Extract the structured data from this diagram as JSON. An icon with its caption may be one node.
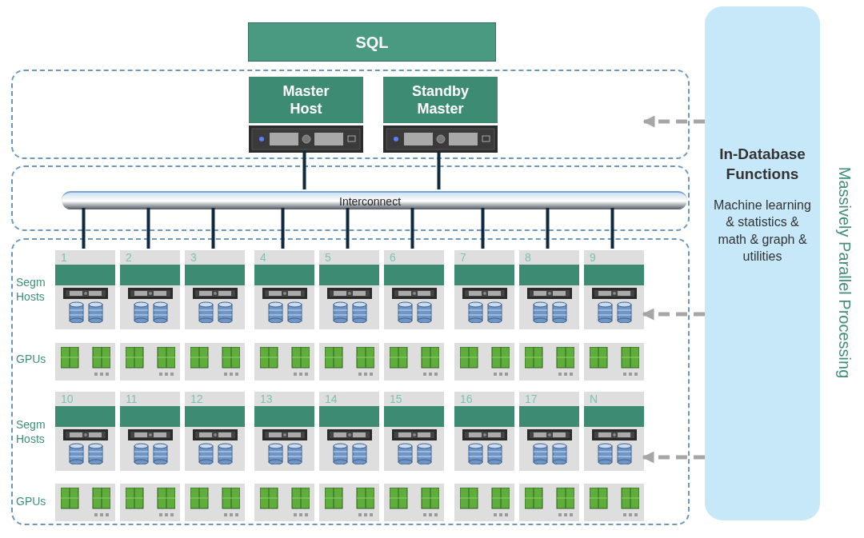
{
  "diagram": {
    "nodes": [
      {
        "text": [
          "SQL"
        ]
      },
      {
        "text": [],
        "shape": "box"
      },
      {
        "text": [
          "Master Host"
        ],
        "in": 1
      },
      {
        "text": [
          "Standby Master"
        ],
        "in": 1
      },
      {
        "text": [],
        "shape": "box"
      },
      {
        "text": [
          "Interconnect"
        ],
        "in": 4
      },
      {
        "text": [],
        "shape": "box"
      },
      {
        "text": [
          "1"
        ],
        "in": 6
      },
      {
        "text": [
          "2"
        ],
        "in": 6
      },
      {
        "text": [
          "3"
        ],
        "in": 6
      },
      {
        "text": [
          "4"
        ],
        "in": 6
      },
      {
        "text": [
          "5"
        ],
        "in": 6
      },
      {
        "text": [
          "6"
        ],
        "in": 6
      },
      {
        "text": [
          "7"
        ],
        "in": 6
      },
      {
        "text": [
          "8"
        ],
        "in": 6
      },
      {
        "text": [
          "9"
        ],
        "in": 6
      },
      {
        "text": [],
        "shape": "box",
        "in": 6
      },
      {
        "text": [],
        "shape": "box",
        "in": 6
      },
      {
        "text": [],
        "shape": "box",
        "in": 6
      },
      {
        "text": [],
        "shape": "box",
        "in": 6
      },
      {
        "text": [],
        "shape": "box",
        "in": 6
      },
      {
        "text": [],
        "shape": "box",
        "in": 6
      },
      {
        "text": [],
        "shape": "box",
        "in": 6
      },
      {
        "text": [],
        "shape": "box",
        "in": 6
      },
      {
        "text": [],
        "shape": "box",
        "in": 6
      },
      {
        "text": [
          "10"
        ],
        "in": 6
      },
      {
        "text": [
          "11"
        ],
        "in": 6
      },
      {
        "text": [
          "12"
        ],
        "in": 6
      },
      {
        "text": [
          "13"
        ],
        "in": 6
      },
      {
        "text": [
          "14"
        ],
        "in": 6
      },
      {
        "text": [
          "15"
        ],
        "in": 6
      },
      {
        "text": [
          "16"
        ],
        "in": 6
      },
      {
        "text": [
          "17"
        ],
        "in": 6
      },
      {
        "text": [
          "N"
        ],
        "in": 6
      },
      {
        "text": [],
        "shape": "box",
        "in": 6
      },
      {
        "text": [],
        "shape": "box",
        "in": 6
      },
      {
        "text": [],
        "shape": "box",
        "in": 6
      },
      {
        "text": [],
        "shape": "box",
        "in": 6
      },
      {
        "text": [],
        "shape": "box",
        "in": 6
      },
      {
        "text": [],
        "shape": "box",
        "in": 6
      },
      {
        "text": [],
        "shape": "box",
        "in": 6
      },
      {
        "text": [],
        "shape": "box",
        "in": 6
      },
      {
        "text": [],
        "shape": "box",
        "in": 6
      },
      {
        "text": [
          "In-Database Functions",
          "Machine learning & statistics & math & graph & utilities"
        ]
      }
    ],
    "edges": [
      {
        "from": 2,
        "to": 5,
        "arrow": "none"
      },
      {
        "from": 3,
        "to": 5,
        "arrow": "none"
      },
      {
        "from": 5,
        "to": 7,
        "arrow": "none"
      },
      {
        "from": 5,
        "to": 8,
        "arrow": "none"
      },
      {
        "from": 5,
        "to": 9,
        "arrow": "none"
      },
      {
        "from": 5,
        "to": 10,
        "arrow": "none"
      },
      {
        "from": 5,
        "to": 11,
        "arrow": "none"
      },
      {
        "from": 5,
        "to": 12,
        "arrow": "none"
      },
      {
        "from": 5,
        "to": 13,
        "arrow": "none"
      },
      {
        "from": 5,
        "to": 14,
        "arrow": "none"
      },
      {
        "from": 5,
        "to": 15,
        "arrow": "none"
      },
      {
        "from": 43,
        "to": 1,
        "arrow": "to",
        "style": "dashed",
        "color": "#a6a6a6"
      },
      {
        "from": 43,
        "to": 15,
        "arrow": "to",
        "style": "dashed",
        "color": "#a6a6a6"
      },
      {
        "from": 43,
        "to": 33,
        "arrow": "to",
        "style": "dashed",
        "color": "#a6a6a6"
      }
    ],
    "labels": [
      "Segm Hosts",
      "GPUs",
      "Segm Hosts",
      "GPUs",
      "Massively Parallel Processing"
    ]
  }
}
